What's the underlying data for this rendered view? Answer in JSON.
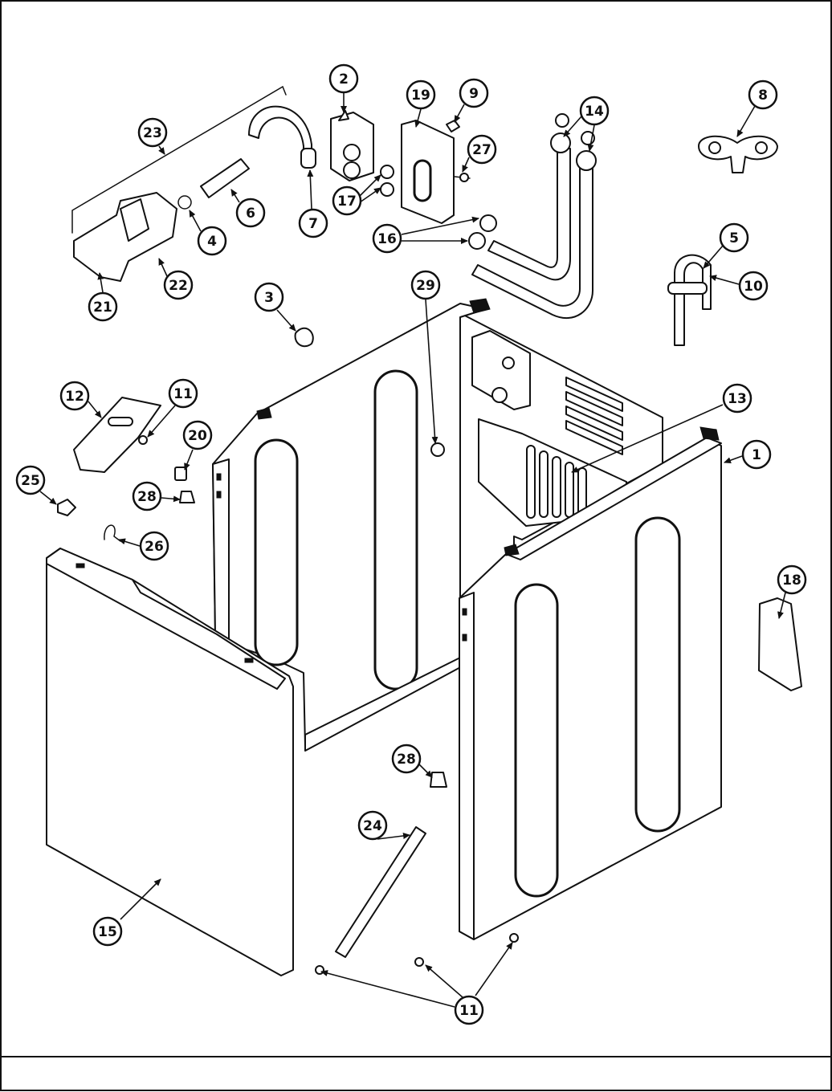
{
  "diagram": {
    "callouts": [
      {
        "id": "c2",
        "label": "2"
      },
      {
        "id": "c19",
        "label": "19"
      },
      {
        "id": "c9",
        "label": "9"
      },
      {
        "id": "c14",
        "label": "14"
      },
      {
        "id": "c8",
        "label": "8"
      },
      {
        "id": "c23",
        "label": "23"
      },
      {
        "id": "c27",
        "label": "27"
      },
      {
        "id": "c17",
        "label": "17"
      },
      {
        "id": "c6",
        "label": "6"
      },
      {
        "id": "c7",
        "label": "7"
      },
      {
        "id": "c4",
        "label": "4"
      },
      {
        "id": "c16",
        "label": "16"
      },
      {
        "id": "c5",
        "label": "5"
      },
      {
        "id": "c22",
        "label": "22"
      },
      {
        "id": "c21",
        "label": "21"
      },
      {
        "id": "c29",
        "label": "29"
      },
      {
        "id": "c10",
        "label": "10"
      },
      {
        "id": "c3",
        "label": "3"
      },
      {
        "id": "c12",
        "label": "12"
      },
      {
        "id": "c11a",
        "label": "11"
      },
      {
        "id": "c13",
        "label": "13"
      },
      {
        "id": "c20",
        "label": "20"
      },
      {
        "id": "c1",
        "label": "1"
      },
      {
        "id": "c25",
        "label": "25"
      },
      {
        "id": "c28a",
        "label": "28"
      },
      {
        "id": "c26",
        "label": "26"
      },
      {
        "id": "c18",
        "label": "18"
      },
      {
        "id": "c28b",
        "label": "28"
      },
      {
        "id": "c24",
        "label": "24"
      },
      {
        "id": "c15",
        "label": "15"
      },
      {
        "id": "c11b",
        "label": "11"
      }
    ]
  }
}
